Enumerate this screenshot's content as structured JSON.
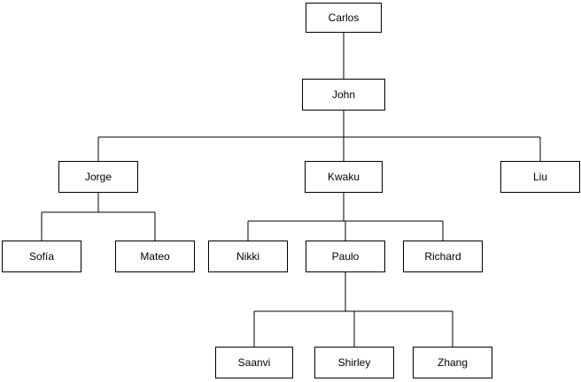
{
  "diagram": {
    "type": "family-tree",
    "nodes": {
      "carlos": "Carlos",
      "john": "John",
      "jorge": "Jorge",
      "kwaku": "Kwaku",
      "liu": "Liu",
      "sofia": "Sofía",
      "mateo": "Mateo",
      "nikki": "Nikki",
      "paulo": "Paulo",
      "richard": "Richard",
      "saanvi": "Saanvi",
      "shirley": "Shirley",
      "zhang": "Zhang"
    },
    "edges": [
      {
        "from": "Carlos",
        "to": "John"
      },
      {
        "from": "John",
        "to": "Jorge"
      },
      {
        "from": "John",
        "to": "Kwaku"
      },
      {
        "from": "John",
        "to": "Liu"
      },
      {
        "from": "Jorge",
        "to": "Sofía"
      },
      {
        "from": "Jorge",
        "to": "Mateo"
      },
      {
        "from": "Kwaku",
        "to": "Nikki"
      },
      {
        "from": "Kwaku",
        "to": "Paulo"
      },
      {
        "from": "Kwaku",
        "to": "Richard"
      },
      {
        "from": "Paulo",
        "to": "Saanvi"
      },
      {
        "from": "Paulo",
        "to": "Shirley"
      },
      {
        "from": "Paulo",
        "to": "Zhang"
      }
    ],
    "colors": {
      "node_fill": "#ffffff",
      "node_border": "#000000",
      "connector": "#000000",
      "text": "#000000"
    }
  }
}
